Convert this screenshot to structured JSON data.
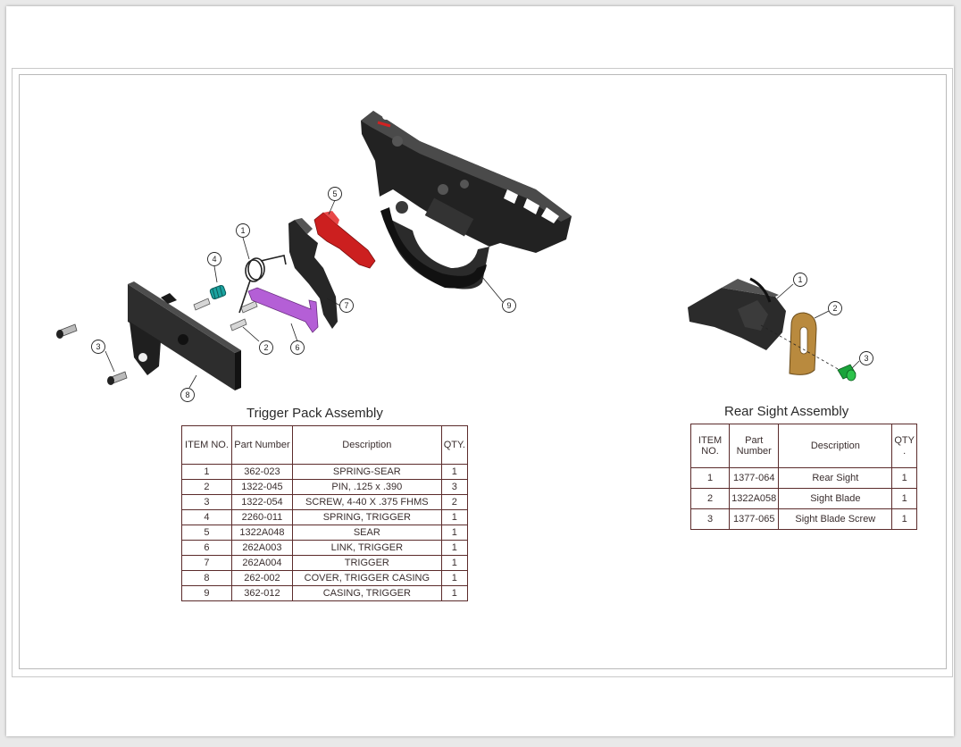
{
  "trigger_table": {
    "title": "Trigger Pack Assembly",
    "headers": {
      "item": "ITEM NO.",
      "part": "Part Number",
      "desc": "Description",
      "qty": "QTY."
    },
    "rows": [
      {
        "item": "1",
        "part": "362-023",
        "desc": "SPRING-SEAR",
        "qty": "1"
      },
      {
        "item": "2",
        "part": "1322-045",
        "desc": "PIN, .125 x .390",
        "qty": "3"
      },
      {
        "item": "3",
        "part": "1322-054",
        "desc": "SCREW, 4-40 X .375 FHMS",
        "qty": "2"
      },
      {
        "item": "4",
        "part": "2260-011",
        "desc": "SPRING, TRIGGER",
        "qty": "1"
      },
      {
        "item": "5",
        "part": "1322A048",
        "desc": "SEAR",
        "qty": "1"
      },
      {
        "item": "6",
        "part": "262A003",
        "desc": "LINK, TRIGGER",
        "qty": "1"
      },
      {
        "item": "7",
        "part": "262A004",
        "desc": "TRIGGER",
        "qty": "1"
      },
      {
        "item": "8",
        "part": "262-002",
        "desc": "COVER, TRIGGER CASING",
        "qty": "1"
      },
      {
        "item": "9",
        "part": "362-012",
        "desc": "CASING, TRIGGER",
        "qty": "1"
      }
    ]
  },
  "sight_table": {
    "title": "Rear Sight Assembly",
    "headers": {
      "item": "ITEM NO.",
      "part_line1": "Part",
      "part_line2": "Number",
      "desc": "Description",
      "qty_line1": "QTY",
      "qty_line2": "."
    },
    "rows": [
      {
        "item": "1",
        "part": "1377-064",
        "desc": "Rear Sight",
        "qty": "1"
      },
      {
        "item": "2",
        "part": "1322A058",
        "desc": "Sight Blade",
        "qty": "1"
      },
      {
        "item": "3",
        "part": "1377-065",
        "desc": "Sight Blade Screw",
        "qty": "1"
      }
    ]
  },
  "balloons": {
    "trigger": [
      "1",
      "2",
      "3",
      "4",
      "5",
      "6",
      "7",
      "8",
      "9"
    ],
    "sight": [
      "1",
      "2",
      "3"
    ]
  },
  "colors": {
    "sear": "#cc1f1f",
    "link": "#b45fd6",
    "trigger_spring": "#1aa3a0",
    "sight_blade": "#b98a3e",
    "sight_screw": "#1aa33a",
    "part_dark": "#1e1e1e",
    "table_border": "#5b2b2b"
  }
}
